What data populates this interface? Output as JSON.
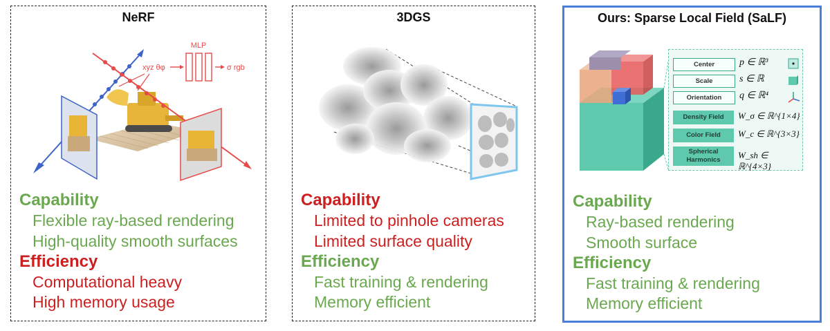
{
  "colors": {
    "good": "#6aa84f",
    "bad": "#cc1f1f",
    "ours_border": "#4a7fd8"
  },
  "nerf": {
    "title": "NeRF",
    "input_label": "xyz θφ",
    "mlp_label": "MLP",
    "output_label": "σ rgb",
    "capability_heading": "Capability",
    "capability_items": [
      "Flexible ray-based rendering",
      "High-quality smooth surfaces"
    ],
    "efficiency_heading": "Efficiency",
    "efficiency_items": [
      "Computational heavy",
      "High memory usage"
    ]
  },
  "gs": {
    "title": "3DGS",
    "capability_heading": "Capability",
    "capability_items": [
      "Limited to pinhole cameras",
      "Limited surface quality"
    ],
    "efficiency_heading": "Efficiency",
    "efficiency_items": [
      "Fast training & rendering",
      "Memory efficient"
    ]
  },
  "salf": {
    "title": "Ours: Sparse Local Field (SaLF)",
    "params": [
      {
        "label": "Center",
        "expr": "p ∈ ℝ³",
        "icon": "center-cube-icon"
      },
      {
        "label": "Scale",
        "expr": "s ∈ ℝ",
        "icon": "scale-cube-icon"
      },
      {
        "label": "Orientation",
        "expr": "q ∈ ℝ⁴",
        "icon": "axes-icon"
      },
      {
        "label": "Density Field",
        "expr": "W_σ ∈ ℝ^{1×4}"
      },
      {
        "label": "Color Field",
        "expr": "W_c ∈ ℝ^{3×3}"
      },
      {
        "label": "Spherical Harmonics",
        "expr": "W_sh ∈ ℝ^{4×3}"
      }
    ],
    "capability_heading": "Capability",
    "capability_items": [
      "Ray-based rendering",
      "Smooth surface"
    ],
    "efficiency_heading": "Efficiency",
    "efficiency_items": [
      "Fast training & rendering",
      "Memory efficient"
    ]
  }
}
